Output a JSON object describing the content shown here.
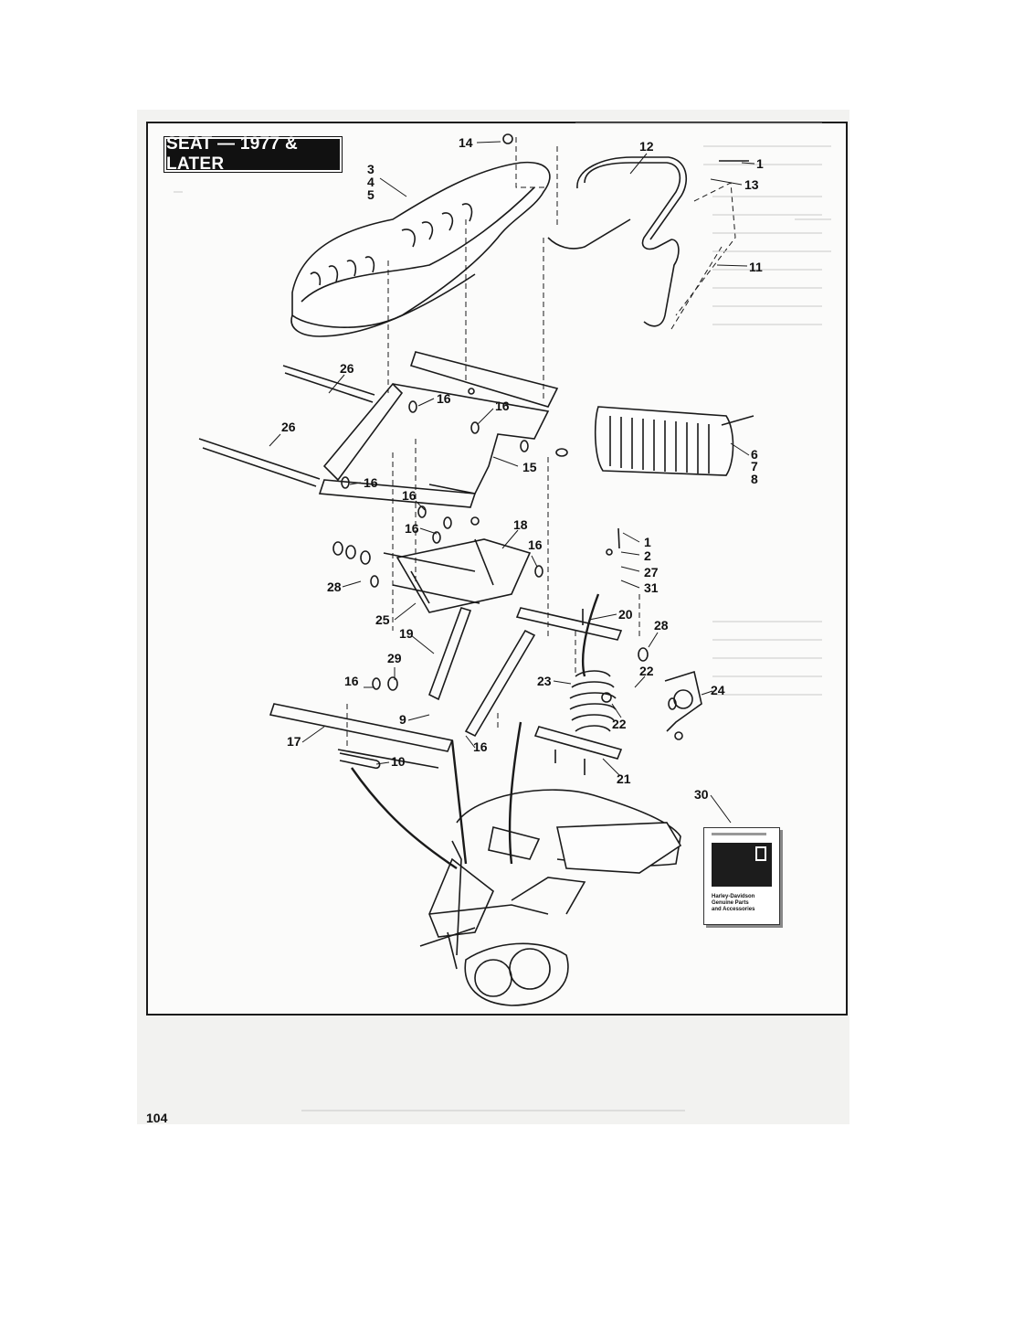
{
  "title": "SEAT — 1977 & LATER",
  "page_number": "104",
  "manual": {
    "brand": "Harley-Davidson",
    "line1": "Genuine Parts",
    "line2": "and Accessories"
  },
  "callouts": {
    "c14": "14",
    "c12": "12",
    "c1a": "1",
    "c13": "13",
    "c3": "3",
    "c4": "4",
    "c5": "5",
    "c11": "11",
    "c26a": "26",
    "c16a": "16",
    "c16b": "16",
    "c26b": "26",
    "c16c": "16",
    "c15": "15",
    "c6": "6",
    "c7": "7",
    "c8": "8",
    "c16d": "16",
    "c16e": "16",
    "c18": "18",
    "c16f": "16",
    "c1b": "1",
    "c2": "2",
    "c27": "27",
    "c31": "31",
    "c28a": "28",
    "c25": "25",
    "c20": "20",
    "c19": "19",
    "c28b": "28",
    "c29": "29",
    "c22a": "22",
    "c16g": "16",
    "c23": "23",
    "c24": "24",
    "c9": "9",
    "c22b": "22",
    "c17": "17",
    "c16h": "16",
    "c10": "10",
    "c21": "21",
    "c30": "30"
  },
  "colors": {
    "ink": "#111111",
    "paper": "#fbfbfa",
    "badge": "#111111"
  }
}
